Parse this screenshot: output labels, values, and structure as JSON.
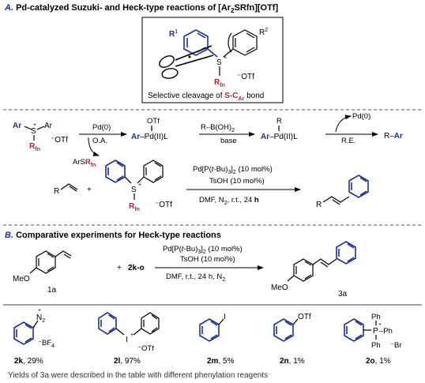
{
  "section_a": {
    "title_prefix": "A.",
    "title_text": "Pd-catalyzed Suzuki- and Heck-type reactions of [Ar",
    "title_sub2": "2",
    "title_srfn": "SRfn][OTf]",
    "box": {
      "r1": "R",
      "r1_sup": "1",
      "r2": "R",
      "r2_sup": "2",
      "s": "S",
      "plus": "+",
      "rfn": "R",
      "rfn_sub": "fn",
      "otf": "⁻OTf",
      "caption_pre": "Selective cleavage of ",
      "caption_s": "S-C",
      "caption_ar": "Ar",
      "caption_post": " bond"
    },
    "mech": {
      "ar1": "Ar",
      "ar2": "Ar",
      "s": "S",
      "plus": "+",
      "rfn": "R",
      "rfn_sub": "fn",
      "otf": "⁻OTf",
      "pd0": "Pd(0)",
      "oa": "O.A.",
      "arsrfn_pre": "ArS",
      "arsrfn_r": "R",
      "arsrfn_fn": "fn",
      "otf2": "OTf",
      "ar_pd": "Ar",
      "pd_ii_l": "–Pd(II)L",
      "boron": "R–B(OH)",
      "boron_sub": "2",
      "base": "base",
      "r_top": "R",
      "ar_pd2": "Ar",
      "pd_ii_l2": "–Pd(II)L",
      "pd0_b": "Pd(0)",
      "re": "R.E.",
      "product_r": "R–",
      "product_ar": "Ar"
    },
    "heck": {
      "r": "R",
      "plus": "+",
      "s": "S",
      "splus": "+",
      "rfn": "R",
      "rfn_sub": "fn",
      "otf": "⁻OTf",
      "cond1_pre": "Pd[P(",
      "cond1_t": "t",
      "cond1_post": "-Bu)",
      "cond1_sub3": "3",
      "cond1_sub2": "2",
      "cond1_tail": " (10 mol%)",
      "cond2": "TsOH (10 mol%)",
      "cond3_pre": "DMF, N",
      "cond3_sub": "2",
      "cond3_mid": ", r.t., 24 ",
      "cond3_h": "h",
      "product_r": "R"
    }
  },
  "section_b": {
    "title_prefix": "B.",
    "title_text": "Comparative experiments for Heck-type reactions",
    "meo": "MeO",
    "sm_label": "1a",
    "plus": "+",
    "reagent": "2k-o",
    "cond1_pre": "Pd[P(",
    "cond1_t": "t",
    "cond1_post": "-Bu)",
    "cond1_sub3": "3",
    "cond1_sub2": "2",
    "cond1_tail": " (10 mol%)",
    "cond2": "TsOH (10 mol%)",
    "cond3_pre": "DMF, r.t., 24 h, N",
    "cond3_sub": "2",
    "product_meo": "MeO",
    "product_label": "3a"
  },
  "reagents": [
    {
      "id": "2k",
      "yield": ", 29%",
      "n2": "N",
      "n2_sub": "2",
      "plus": "+",
      "anion": "⁻BF",
      "anion_sub": "4"
    },
    {
      "id": "2l",
      "yield": ", 97%",
      "i": "I",
      "plus": "+",
      "anion": "⁻OTf"
    },
    {
      "id": "2m",
      "yield": ", 5%",
      "i": "I"
    },
    {
      "id": "2n",
      "yield": ", 1%",
      "otf": "OTf"
    },
    {
      "id": "2o",
      "yield": ", 1%",
      "p": "P",
      "plus": "+",
      "ph1": "Ph",
      "ph2": "–Ph",
      "ph3": "Ph",
      "anion": "⁻Br"
    }
  ],
  "footer": "Yields of 3a were described in the table with different phenylation reagents",
  "colors": {
    "bond": "#000000",
    "blue": "#1a2fa0",
    "red": "#c0202a"
  }
}
